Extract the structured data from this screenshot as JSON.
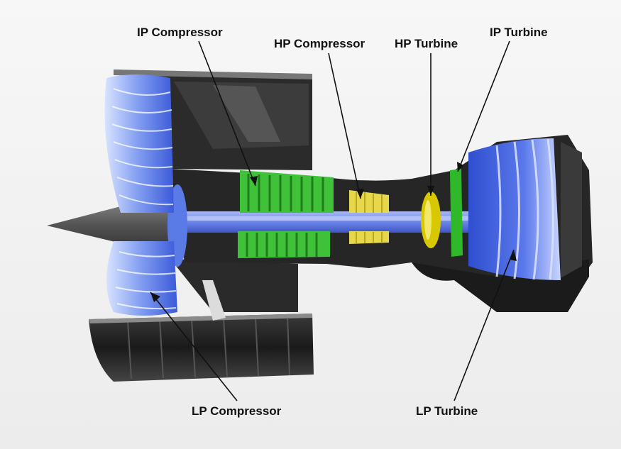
{
  "labels": {
    "ip_compressor": "IP Compressor",
    "hp_compressor": "HP Compressor",
    "hp_turbine": "HP Turbine",
    "ip_turbine": "IP Turbine",
    "lp_compressor": "LP Compressor",
    "lp_turbine": "LP Turbine"
  },
  "colors": {
    "lp_stage": "#3f63e0",
    "ip_stage": "#3fc23a",
    "hp_stage": "#e6d84a",
    "hp_turbine": "#d8c800",
    "ip_turbine": "#2fb82a",
    "casing": "#1e1e1e",
    "shaft": "#6d86e8"
  }
}
